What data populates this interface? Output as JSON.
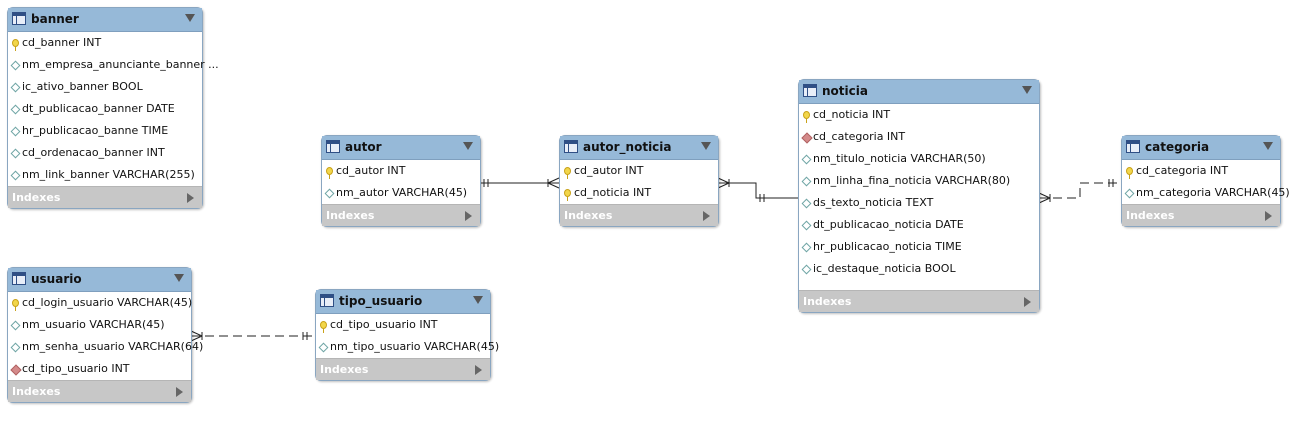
{
  "tables": {
    "banner": {
      "name": "banner",
      "columns": [
        {
          "text": "cd_banner INT",
          "kind": "pk"
        },
        {
          "text": "nm_empresa_anunciante_banner ...",
          "kind": "col"
        },
        {
          "text": "ic_ativo_banner BOOL",
          "kind": "col"
        },
        {
          "text": "dt_publicacao_banner DATE",
          "kind": "col"
        },
        {
          "text": "hr_publicacao_banne TIME",
          "kind": "col"
        },
        {
          "text": "cd_ordenacao_banner INT",
          "kind": "col"
        },
        {
          "text": "nm_link_banner VARCHAR(255)",
          "kind": "col"
        }
      ],
      "indexes": "Indexes"
    },
    "autor": {
      "name": "autor",
      "columns": [
        {
          "text": "cd_autor INT",
          "kind": "pk"
        },
        {
          "text": "nm_autor VARCHAR(45)",
          "kind": "col"
        }
      ],
      "indexes": "Indexes"
    },
    "autor_noticia": {
      "name": "autor_noticia",
      "columns": [
        {
          "text": "cd_autor INT",
          "kind": "pk"
        },
        {
          "text": "cd_noticia INT",
          "kind": "pk"
        }
      ],
      "indexes": "Indexes"
    },
    "noticia": {
      "name": "noticia",
      "columns": [
        {
          "text": "cd_noticia INT",
          "kind": "pk"
        },
        {
          "text": "cd_categoria INT",
          "kind": "fk"
        },
        {
          "text": "nm_titulo_noticia VARCHAR(50)",
          "kind": "col"
        },
        {
          "text": "nm_linha_fina_noticia VARCHAR(80)",
          "kind": "col"
        },
        {
          "text": "ds_texto_noticia TEXT",
          "kind": "col"
        },
        {
          "text": "dt_publicacao_noticia DATE",
          "kind": "col"
        },
        {
          "text": "hr_publicacao_noticia TIME",
          "kind": "col"
        },
        {
          "text": "ic_destaque_noticia BOOL",
          "kind": "col"
        }
      ],
      "indexes": "Indexes"
    },
    "categoria": {
      "name": "categoria",
      "columns": [
        {
          "text": "cd_categoria INT",
          "kind": "pk"
        },
        {
          "text": "nm_categoria VARCHAR(45)",
          "kind": "col"
        }
      ],
      "indexes": "Indexes"
    },
    "usuario": {
      "name": "usuario",
      "columns": [
        {
          "text": "cd_login_usuario VARCHAR(45)",
          "kind": "pk"
        },
        {
          "text": "nm_usuario VARCHAR(45)",
          "kind": "col"
        },
        {
          "text": "nm_senha_usuario VARCHAR(64)",
          "kind": "col"
        },
        {
          "text": "cd_tipo_usuario INT",
          "kind": "fk"
        }
      ],
      "indexes": "Indexes"
    },
    "tipo_usuario": {
      "name": "tipo_usuario",
      "columns": [
        {
          "text": "cd_tipo_usuario INT",
          "kind": "pk"
        },
        {
          "text": "nm_tipo_usuario VARCHAR(45)",
          "kind": "col"
        }
      ],
      "indexes": "Indexes"
    }
  },
  "colors": {
    "header": "#96b9d8",
    "border": "#8aa6c1",
    "indexes_bar": "#c7c7c7",
    "line": "#222222"
  }
}
